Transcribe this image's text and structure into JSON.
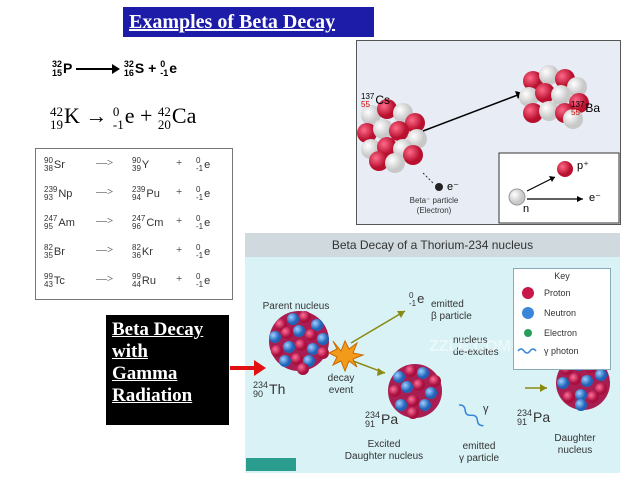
{
  "title": "Examples of Beta Decay",
  "eq1": {
    "parent": {
      "sym": "P",
      "mass": "32",
      "z": "15"
    },
    "product": {
      "sym": "S",
      "mass": "32",
      "z": "16"
    },
    "plus": "+",
    "beta": {
      "sym": "e",
      "mass": "0",
      "z": "-1"
    }
  },
  "eq2": {
    "parent": {
      "sym": "K",
      "mass": "42",
      "z": "19"
    },
    "arrow": "→",
    "beta": {
      "sym": "e",
      "mass": "0",
      "z": "-1"
    },
    "plus": "+",
    "product": {
      "sym": "Ca",
      "mass": "42",
      "z": "20"
    }
  },
  "table": {
    "arrow": "—>",
    "plus": "+",
    "beta": {
      "sym": "e",
      "mass": "0",
      "z": "-1"
    },
    "rows": [
      {
        "parent": {
          "sym": "Sr",
          "mass": "90",
          "z": "38"
        },
        "product": {
          "sym": "Y",
          "mass": "90",
          "z": "39"
        }
      },
      {
        "parent": {
          "sym": "Np",
          "mass": "239",
          "z": "93"
        },
        "product": {
          "sym": "Pu",
          "mass": "239",
          "z": "94"
        }
      },
      {
        "parent": {
          "sym": "Am",
          "mass": "247",
          "z": "95"
        },
        "product": {
          "sym": "Cm",
          "mass": "247",
          "z": "96"
        }
      },
      {
        "parent": {
          "sym": "Br",
          "mass": "82",
          "z": "35"
        },
        "product": {
          "sym": "Kr",
          "mass": "82",
          "z": "36"
        }
      },
      {
        "parent": {
          "sym": "Tc",
          "mass": "99",
          "z": "43"
        },
        "product": {
          "sym": "Ru",
          "mass": "99",
          "z": "44"
        }
      }
    ]
  },
  "panel1": {
    "parent": {
      "sym": "Cs",
      "mass": "137",
      "z": "55"
    },
    "product": {
      "sym": "Ba",
      "mass": "137",
      "z": "55"
    },
    "electron": "e⁻",
    "caption_line1": "Beta⁻ particle",
    "caption_line2": "(Electron)",
    "proton": "p⁺",
    "neutron": "n",
    "electron2": "e⁻"
  },
  "panel2": {
    "title": "Beta Decay of a Thorium-234 nucleus",
    "parent_label": "Parent nucleus",
    "th": {
      "sym": "Th",
      "mass": "234",
      "z": "90"
    },
    "decay_event": "decay\nevent",
    "emitted_beta_line1": "emitted",
    "emitted_beta_line2": "β particle",
    "beta": {
      "sym": "e",
      "mass": "0",
      "z": "-1"
    },
    "nucleus_deexcites_line1": "nucleus",
    "nucleus_deexcites_line2": "de-excites",
    "gamma": "γ",
    "pa1": {
      "sym": "Pa",
      "mass": "234",
      "z": "91"
    },
    "excited_line1": "Excited",
    "excited_line2": "Daughter nucleus",
    "emitted_gamma_line1": "emitted",
    "emitted_gamma_line2": "γ particle",
    "pa2": {
      "sym": "Pa",
      "mass": "234",
      "z": "91"
    },
    "daughter_line1": "Daughter",
    "daughter_line2": "nucleus",
    "watermark": "ZZLE.COM",
    "key": {
      "title": "Key",
      "proton": "Proton",
      "neutron": "Neutron",
      "electron": "Electron",
      "photon": "γ photon"
    }
  },
  "callout": {
    "line1": "Beta Decay",
    "line2": "with",
    "line3": "Gamma",
    "line4": "Radiation"
  },
  "colors": {
    "title_bg": "#1c1ca8",
    "proton": "#c8184a",
    "neutron": "#3a86d8",
    "electron": "#2a9d5c",
    "arrow_red": "#e01010"
  }
}
